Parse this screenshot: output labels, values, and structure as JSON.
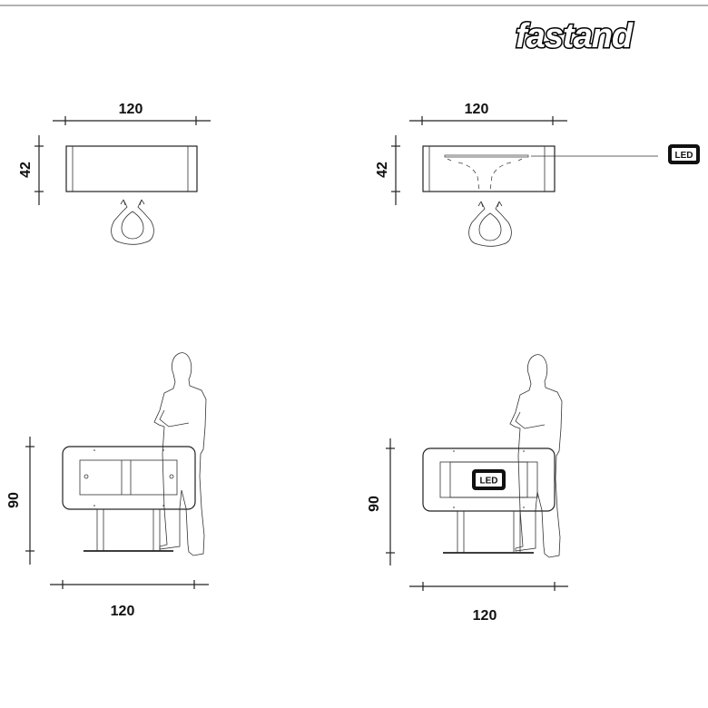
{
  "brand": {
    "logo_text": "fastand"
  },
  "views": {
    "top_plain": {
      "width_label": "120",
      "depth_label": "42"
    },
    "top_led": {
      "width_label": "120",
      "depth_label": "42",
      "callout_label": "LED"
    },
    "front_plain": {
      "height_label": "90",
      "width_label": "120"
    },
    "front_led": {
      "height_label": "90",
      "width_label": "120",
      "panel_label": "LED"
    }
  },
  "colors": {
    "line": "#222222",
    "led_panel": "#e2e2e2",
    "header_rule": "#999999"
  }
}
